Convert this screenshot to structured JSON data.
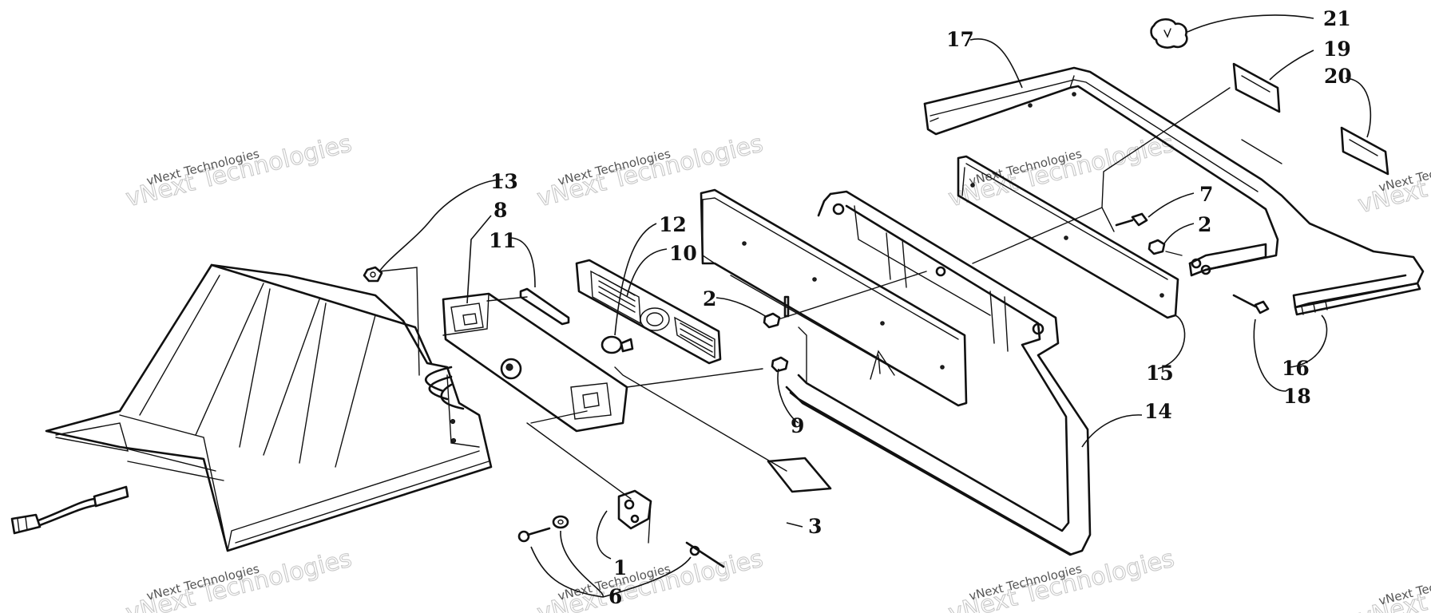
{
  "watermark": {
    "text": "vNext Technologies"
  },
  "callouts": [
    {
      "number": "1"
    },
    {
      "number": "2"
    },
    {
      "number": "2"
    },
    {
      "number": "3"
    },
    {
      "number": "6"
    },
    {
      "number": "7"
    },
    {
      "number": "8"
    },
    {
      "number": "9"
    },
    {
      "number": "10"
    },
    {
      "number": "11"
    },
    {
      "number": "12"
    },
    {
      "number": "13"
    },
    {
      "number": "14"
    },
    {
      "number": "15"
    },
    {
      "number": "16"
    },
    {
      "number": "17"
    },
    {
      "number": "18"
    },
    {
      "number": "19"
    },
    {
      "number": "20"
    },
    {
      "number": "21"
    }
  ]
}
